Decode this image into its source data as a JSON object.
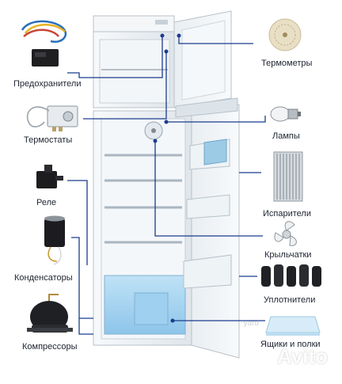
{
  "labels": {
    "fuses": "Предохранители",
    "thermostats": "Термостаты",
    "relays": "Реле",
    "capacitors": "Конденсаторы",
    "compressors": "Компрессоры",
    "thermometers": "Термометры",
    "lamps": "Лампы",
    "evaporators": "Испарители",
    "impellers": "Крыльчатки",
    "seals": "Уплотнители",
    "drawers_shelves": "Ящики и полки"
  },
  "watermark": {
    "brand": "Avito",
    "sub": "yard"
  },
  "colors": {
    "leader_line": "#1b3c8f",
    "fridge_body": "#eef2f5",
    "crisper": "#a9d3ef"
  }
}
